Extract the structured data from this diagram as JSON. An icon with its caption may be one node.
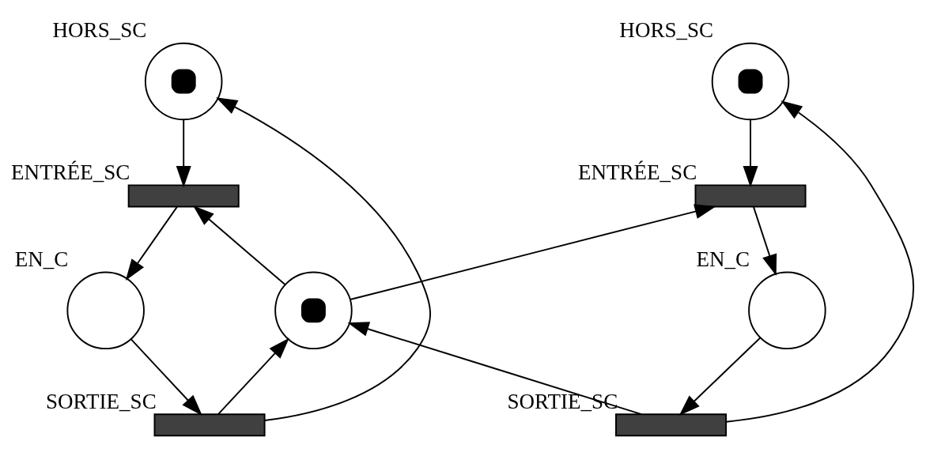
{
  "diagram": {
    "nodes": [
      {
        "text": [],
        "shape": "token",
        "beside": [
          "HORS_SC"
        ]
      },
      {
        "text": [],
        "shape": "token",
        "beside": [
          "HORS_SC"
        ]
      },
      {
        "text": [],
        "shape": "bar",
        "beside": [
          "ENTRÉE_SC"
        ]
      },
      {
        "text": [],
        "shape": "bar",
        "beside": [
          "ENTRÉE_SC"
        ]
      },
      {
        "text": [],
        "shape": "circle",
        "beside": [
          "EN_C"
        ]
      },
      {
        "text": [],
        "shape": "token"
      },
      {
        "text": [],
        "shape": "circle",
        "beside": [
          "EN_C"
        ]
      },
      {
        "text": [],
        "shape": "bar",
        "beside": [
          "SORTIE_SC"
        ]
      },
      {
        "text": [],
        "shape": "bar",
        "beside": [
          "SORTIE_SC"
        ]
      }
    ],
    "edges": [
      {
        "from": 0,
        "to": 2,
        "arrow": "to"
      },
      {
        "from": 1,
        "to": 3,
        "arrow": "to"
      },
      {
        "from": 5,
        "to": 2,
        "arrow": "to"
      },
      {
        "from": 5,
        "to": 3,
        "arrow": "to"
      },
      {
        "from": 2,
        "to": 4,
        "arrow": "to"
      },
      {
        "from": 3,
        "to": 6,
        "arrow": "to"
      },
      {
        "from": 4,
        "to": 7,
        "arrow": "to"
      },
      {
        "from": 6,
        "to": 8,
        "arrow": "to"
      },
      {
        "from": 7,
        "to": 5,
        "arrow": "to"
      },
      {
        "from": 8,
        "to": 5,
        "arrow": "to"
      },
      {
        "from": 7,
        "to": 0,
        "arrow": "to"
      },
      {
        "from": 8,
        "to": 1,
        "arrow": "to"
      }
    ]
  }
}
